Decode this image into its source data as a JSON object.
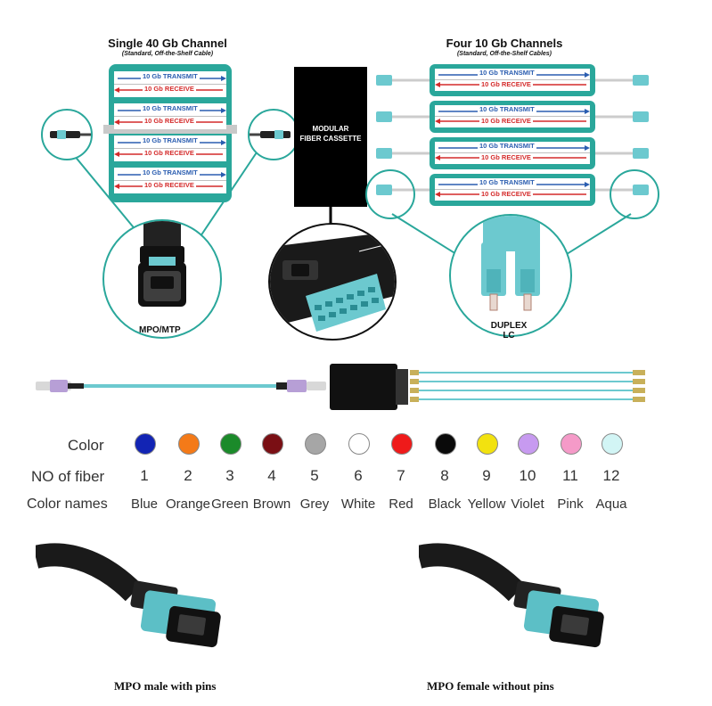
{
  "left_panel": {
    "title": "Single 40 Gb Channel",
    "subtitle": "(Standard, Off-the-Shelf Cable)",
    "transmit_label": "10 Gb TRANSMIT",
    "receive_label": "10 Gb RECEIVE",
    "connector_label": "MPO/MTP"
  },
  "center_panel": {
    "cassette_label_line1": "MODULAR",
    "cassette_label_line2": "FIBER CASSETTE"
  },
  "right_panel": {
    "title": "Four 10 Gb Channels",
    "subtitle": "(Standard, Off-the-Shelf Cables)",
    "transmit_label": "10 Gb TRANSMIT",
    "receive_label": "10 Gb RECEIVE",
    "connector_label_line1": "DUPLEX",
    "connector_label_line2": "LC"
  },
  "color_table": {
    "row_labels": {
      "color": "Color",
      "fiber": "NO of fiber",
      "names": "Color names"
    },
    "fibers": [
      {
        "number": "1",
        "name": "Blue",
        "hex": "#1224b4"
      },
      {
        "number": "2",
        "name": "Orange",
        "hex": "#f47a18"
      },
      {
        "number": "3",
        "name": "Green",
        "hex": "#1b8a2a"
      },
      {
        "number": "4",
        "name": "Brown",
        "hex": "#7a0f14"
      },
      {
        "number": "5",
        "name": "Grey",
        "hex": "#a6a6a6"
      },
      {
        "number": "6",
        "name": "White",
        "hex": "#ffffff"
      },
      {
        "number": "7",
        "name": "Red",
        "hex": "#ef1a1a"
      },
      {
        "number": "8",
        "name": "Black",
        "hex": "#0a0a0a"
      },
      {
        "number": "9",
        "name": "Yellow",
        "hex": "#f2e20f"
      },
      {
        "number": "10",
        "name": "Violet",
        "hex": "#c79af0"
      },
      {
        "number": "11",
        "name": "Pink",
        "hex": "#f59ac8"
      },
      {
        "number": "12",
        "name": "Aqua",
        "hex": "#d2f5f5"
      }
    ]
  },
  "captions": {
    "male": "MPO male with pins",
    "female": "MPO female without pins"
  },
  "colors": {
    "teal": "#2aa79b",
    "aqua": "#6cc9cf",
    "transmit": "#2a5db0",
    "receive": "#d42a2a"
  }
}
